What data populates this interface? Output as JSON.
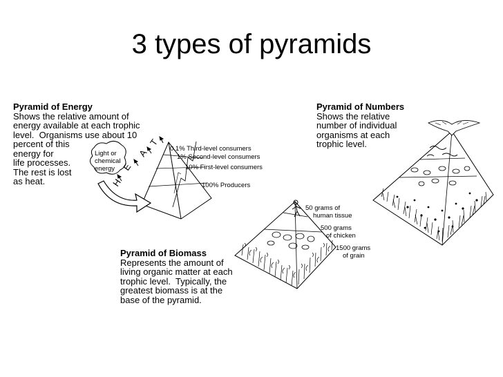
{
  "title": "3 types of pyramids",
  "energy": {
    "heading": "Pyramid of Energy",
    "lines": [
      "Shows the relative amount of",
      "energy available at each trophic",
      "level.  Organisms use about 10",
      "percent of this",
      "energy for",
      "life processes.",
      "The rest is lost",
      "as heat."
    ],
    "sun_label": [
      "Light or",
      "chemical",
      "energy"
    ],
    "heat_letters": [
      "H",
      "E",
      "A",
      "T"
    ],
    "levels": [
      "0.1% Third-level consumers",
      "1% Second-level consumers",
      "10% First-level consumers",
      "100% Producers"
    ]
  },
  "numbers": {
    "heading": "Pyramid of Numbers",
    "lines": [
      "Shows the relative",
      "number of individual",
      "organisms at each",
      "trophic level."
    ]
  },
  "biomass": {
    "heading": "Pyramid of Biomass",
    "lines": [
      "Represents the amount of",
      "living organic matter at each",
      "trophic level.  Typically, the",
      "greatest biomass is at the",
      "base of the pyramid."
    ],
    "levels": [
      [
        "50 grams of",
        "human tissue"
      ],
      [
        "500 grams",
        "of chicken"
      ],
      [
        "1500 grams",
        "of grain"
      ]
    ]
  }
}
